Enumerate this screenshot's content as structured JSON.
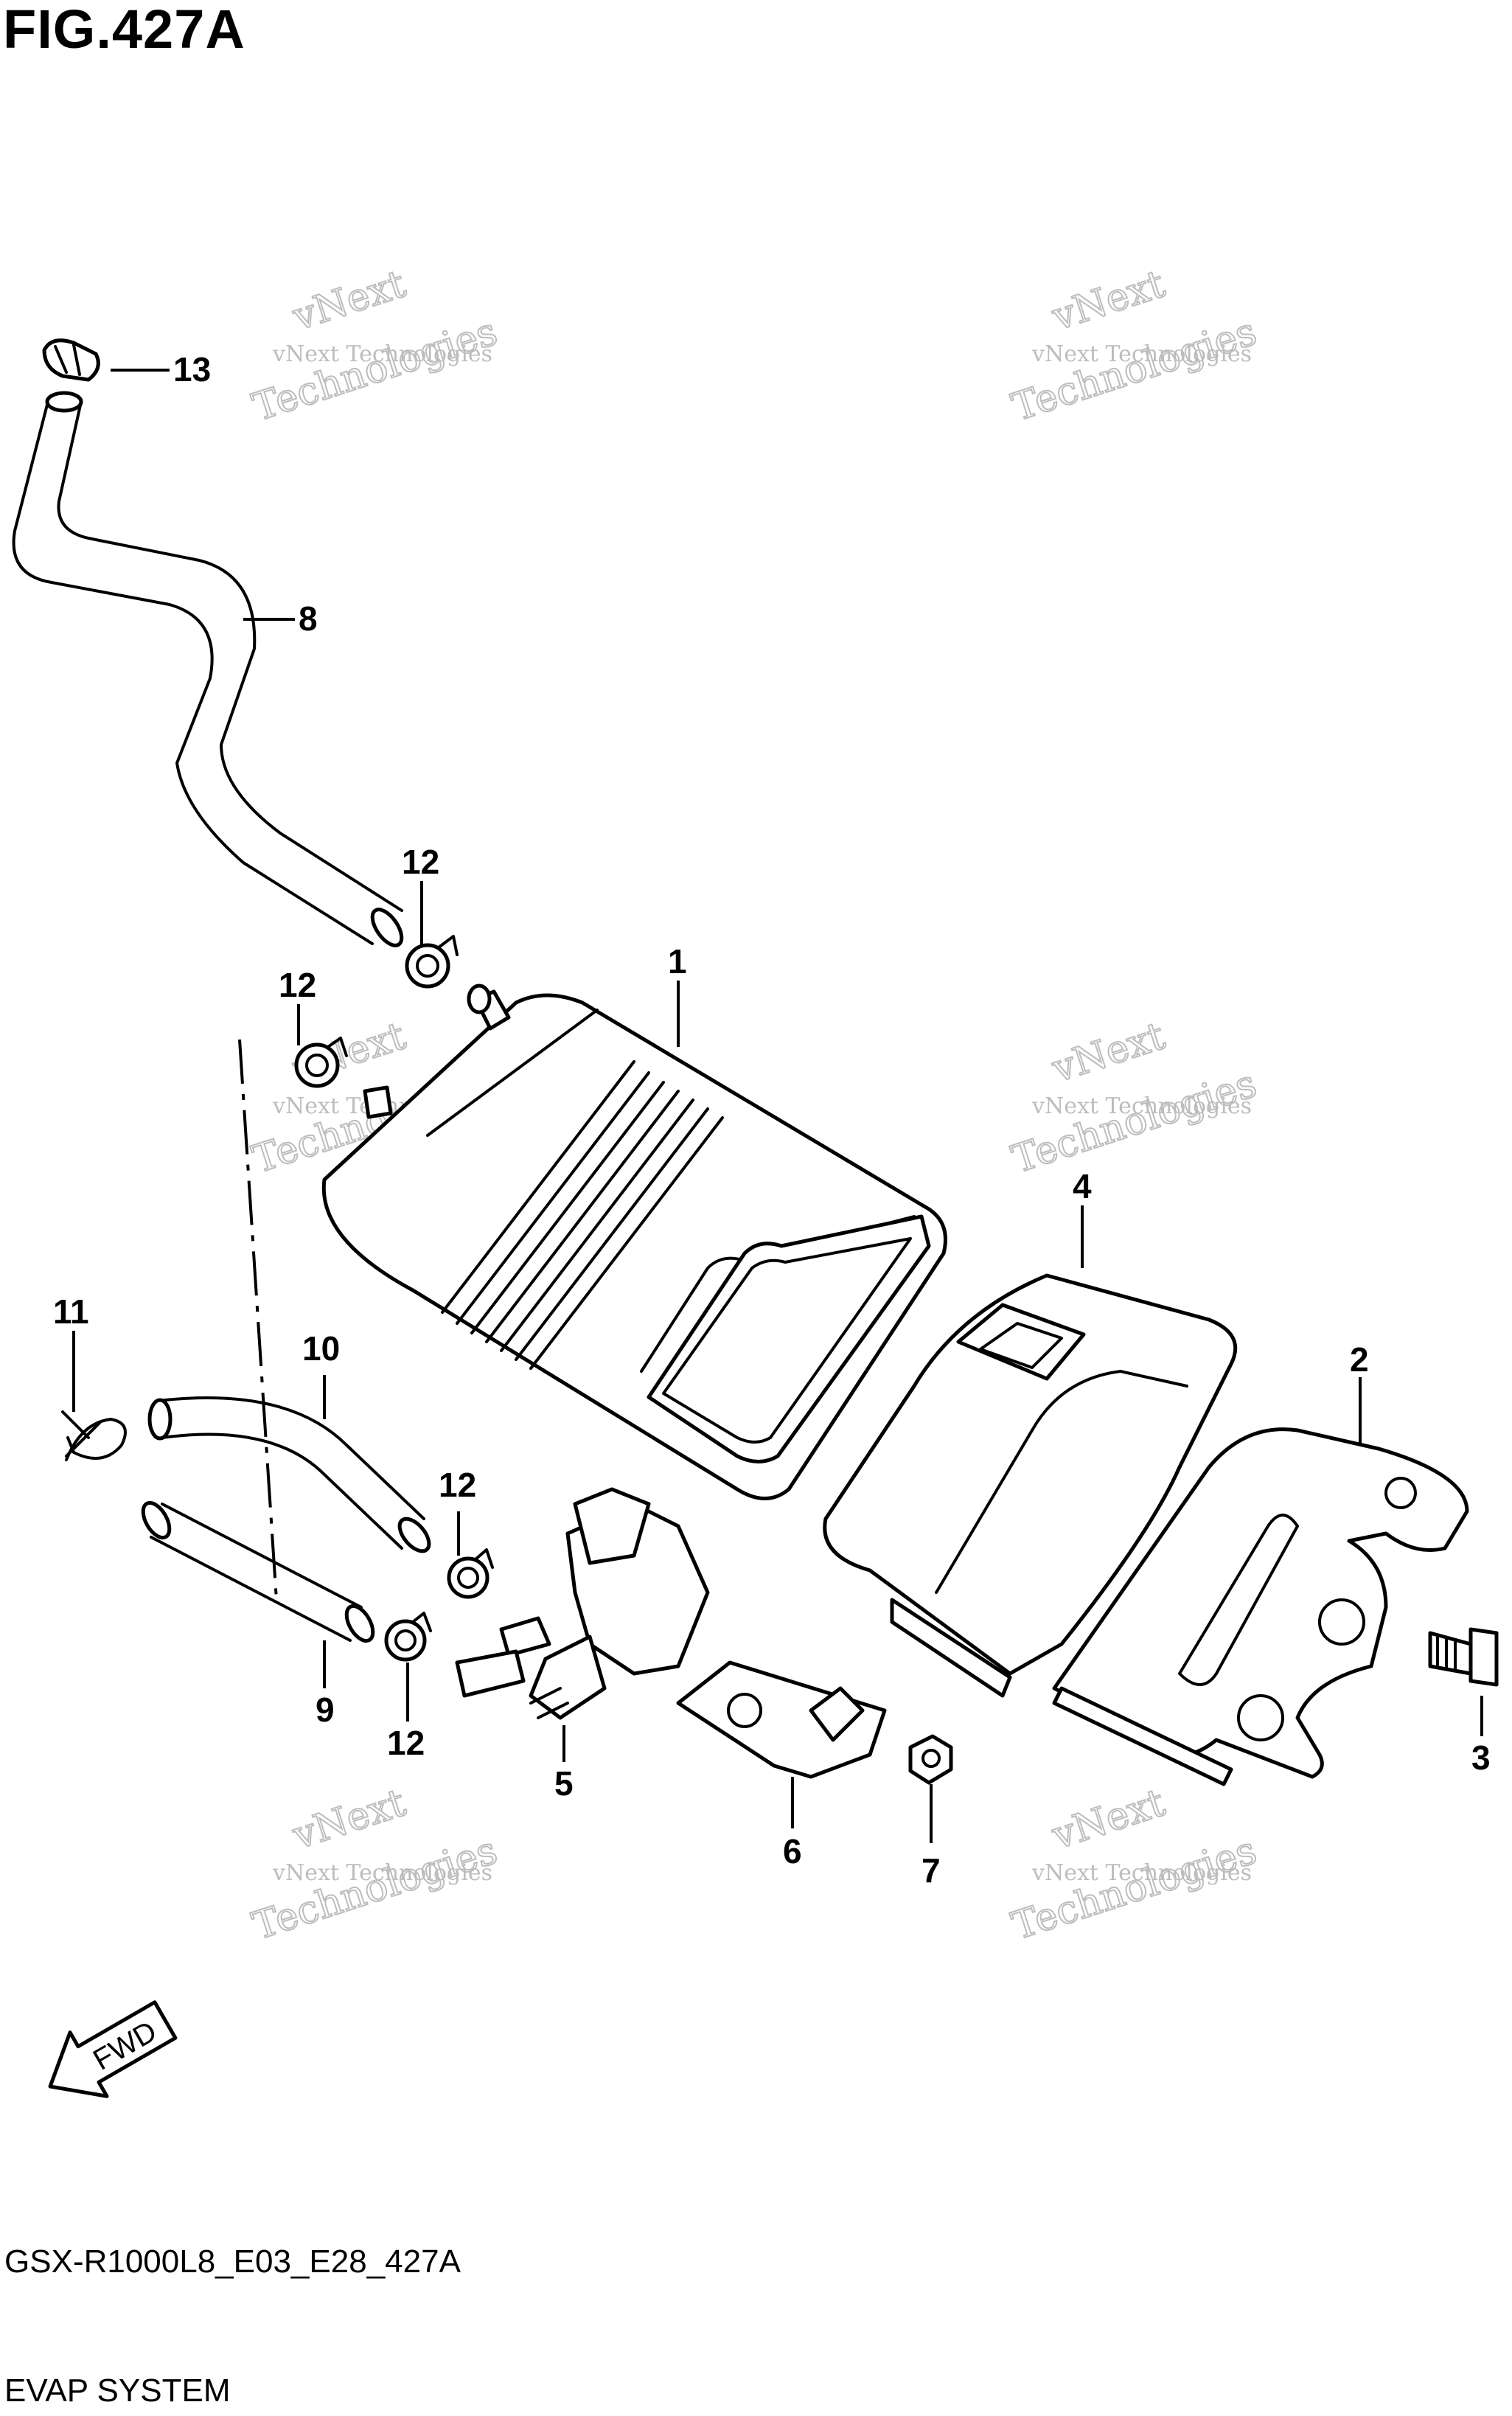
{
  "figure": {
    "title": "FIG.427A",
    "model_code": "GSX-R1000L8_E03_E28_427A",
    "section_name": "EVAP SYSTEM"
  },
  "watermark": {
    "line1": "vNext Technologies",
    "line2": "vNext",
    "line3": "Technologies"
  },
  "fwd_label": "FWD",
  "callouts": [
    {
      "id": "1",
      "label": "1"
    },
    {
      "id": "2",
      "label": "2"
    },
    {
      "id": "3",
      "label": "3"
    },
    {
      "id": "4",
      "label": "4"
    },
    {
      "id": "5",
      "label": "5"
    },
    {
      "id": "6",
      "label": "6"
    },
    {
      "id": "7",
      "label": "7"
    },
    {
      "id": "8",
      "label": "8"
    },
    {
      "id": "9",
      "label": "9"
    },
    {
      "id": "10",
      "label": "10"
    },
    {
      "id": "11",
      "label": "11"
    },
    {
      "id": "12a",
      "label": "12"
    },
    {
      "id": "12b",
      "label": "12"
    },
    {
      "id": "12c",
      "label": "12"
    },
    {
      "id": "12d",
      "label": "12"
    },
    {
      "id": "13",
      "label": "13"
    }
  ]
}
